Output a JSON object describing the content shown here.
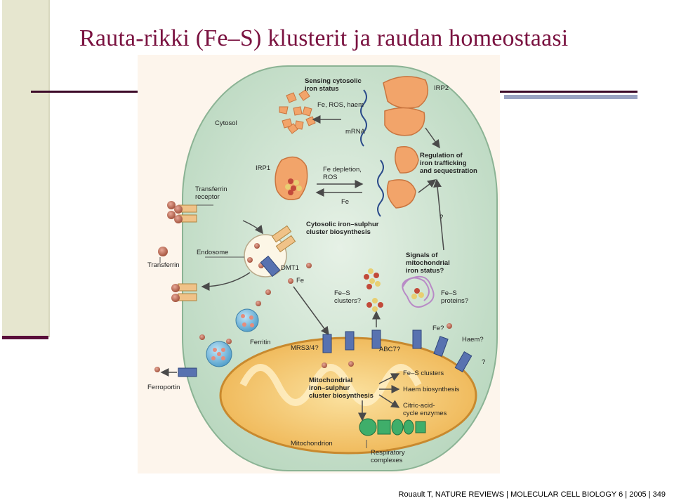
{
  "slide": {
    "title": "Rauta-rikki (Fe–S) klusterit ja raudan homeostaasi",
    "citation": "Rouault T, NATURE REVIEWS | MOLECULAR CELL BIOLOGY 6 | 2005 | 349"
  },
  "figure": {
    "labels": {
      "sensing": [
        "Sensing cytosolic",
        "iron status"
      ],
      "irp2": "IRP2",
      "fe_ros_haem": "Fe, ROS, haem",
      "mrna": "mRNA",
      "cytosol": "Cytosol",
      "regulation": [
        "Regulation of",
        "iron trafficking",
        "and sequestration"
      ],
      "irp1": "IRP1",
      "fe_depletion": [
        "Fe depletion,",
        "ROS"
      ],
      "fe": "Fe",
      "transferrin_receptor": [
        "Transferrin",
        "receptor"
      ],
      "cytosolic_fes": [
        "Cytosolic iron–sulphur",
        "cluster biosynthesis"
      ],
      "question": "?",
      "endosome": "Endosome",
      "transferrin": "Transferrin",
      "dmt1": "DMT1",
      "fe2": "Fe",
      "signals": [
        "Signals of",
        "mitochondrial",
        "iron status?"
      ],
      "fes_clusters_q": [
        "Fe–S",
        "clusters?"
      ],
      "fes_proteins_q": [
        "Fe–S",
        "proteins?"
      ],
      "ferritin": "Ferritin",
      "fe_q": "Fe?",
      "haem_q": "Haem?",
      "mrs34": "MRS3/4?",
      "abc7": "ABC7?",
      "question2": "?",
      "ferroportin": "Ferroportin",
      "mito_fes": [
        "Mitochondrial",
        "iron–sulphur",
        "cluster biosynthesis"
      ],
      "fes_clusters": "Fe–S clusters",
      "haem_bio": "Haem biosynthesis",
      "citric": [
        "Citric-acid-",
        "cycle enzymes"
      ],
      "mitochondrion": "Mitochondrion",
      "respiratory": [
        "Respiratory",
        "complexes"
      ]
    }
  },
  "colors": {
    "title": "#7a1240",
    "cell_fill": "#cfe3d0",
    "mito_fill": "#f3c46b",
    "protein": "#f2a46a",
    "iron": "#b0644a",
    "transporter": "#5872b0",
    "ferritin": "#6fb3d9"
  }
}
